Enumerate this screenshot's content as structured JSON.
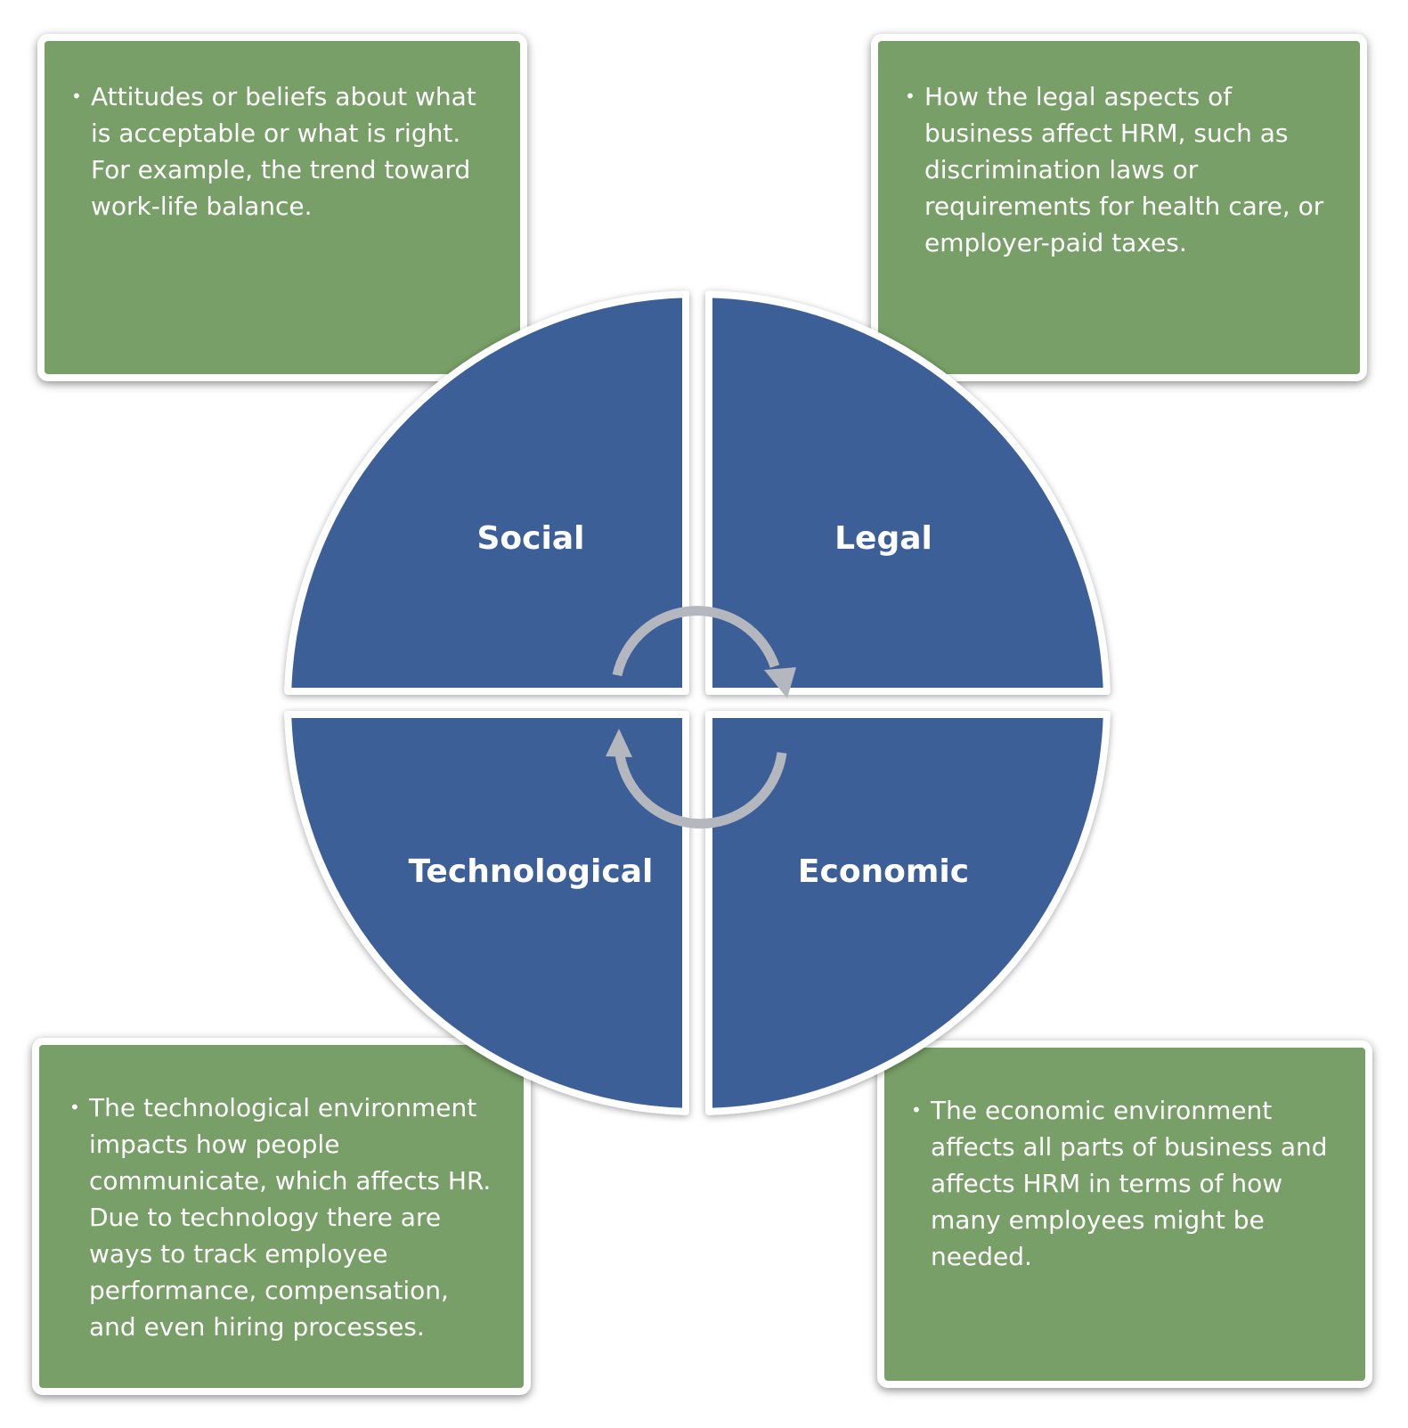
{
  "quadrants": {
    "social": "Social",
    "legal": "Legal",
    "technological": "Technological",
    "economic": "Economic"
  },
  "descriptions": {
    "social": "Attitudes or beliefs about what is acceptable or what is right. For example, the trend toward work-life balance.",
    "legal": "How the legal aspects of business affect HRM, such as discrimination laws or requirements for health care, or employer-paid taxes.",
    "technological": "The technological environment impacts how people communicate, which affects HR. Due to technology there are ways to track employee performance, compensation, and even hiring processes.",
    "economic": "The economic environment affects all parts of business and affects HRM in terms of how many employees might be needed."
  },
  "colors": {
    "quadrant_fill": "#3d5f97",
    "box_fill": "#789f67",
    "arrow": "#b4b7bd",
    "outline": "#ffffff"
  },
  "icons": [
    "cycle-arrow-icon"
  ]
}
